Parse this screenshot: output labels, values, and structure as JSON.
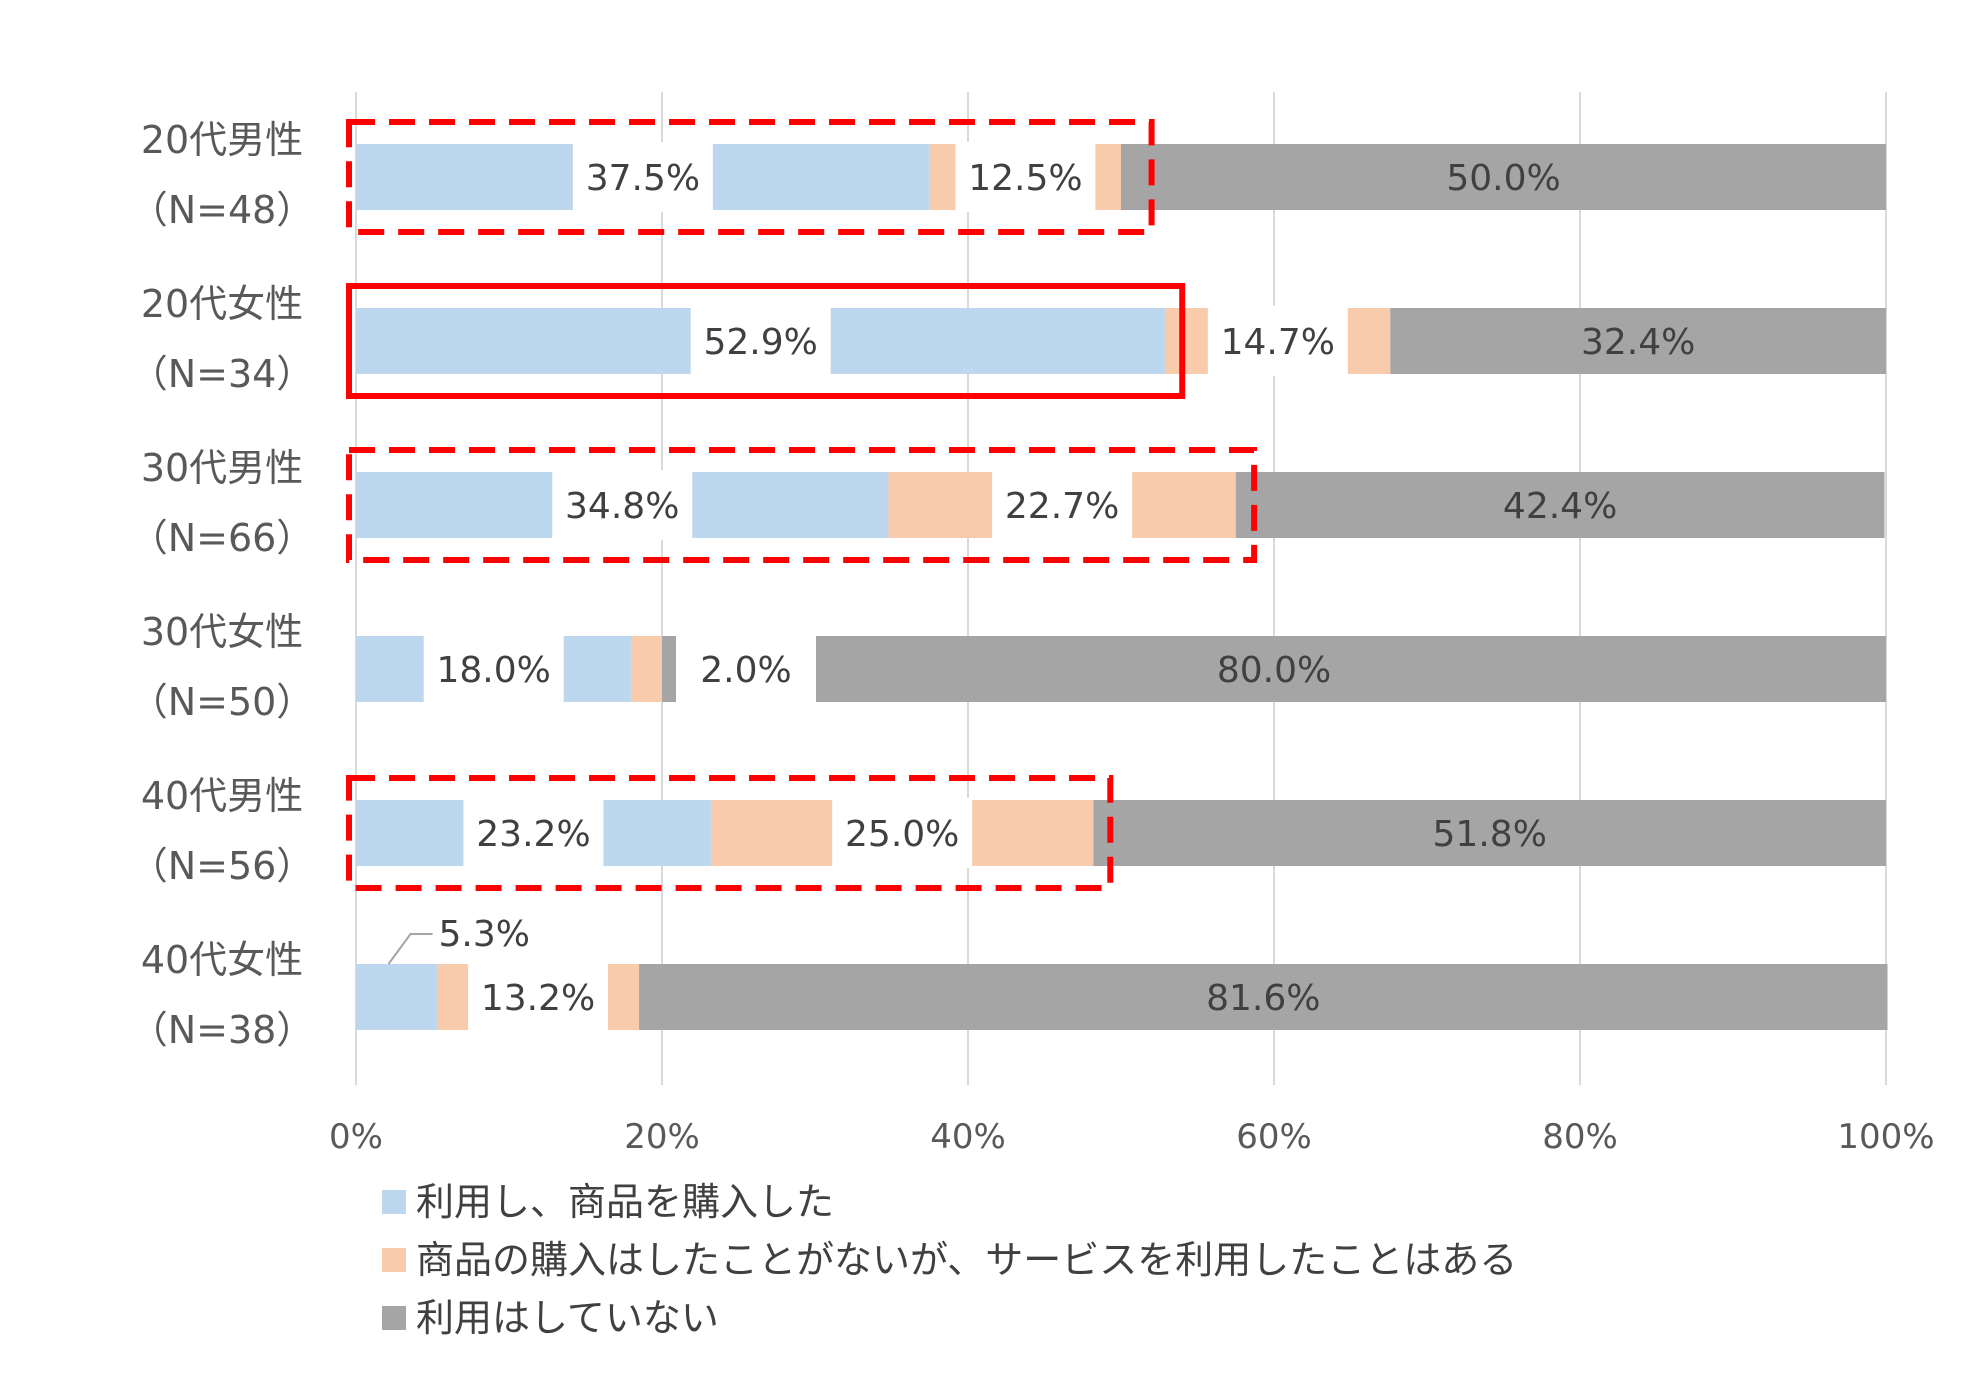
{
  "chart_data": {
    "type": "bar",
    "orientation": "horizontal",
    "stacked": "percent",
    "categories": [
      {
        "line1": "20代男性",
        "line2": "（N=48）"
      },
      {
        "line1": "20代女性",
        "line2": "（N=34）"
      },
      {
        "line1": "30代男性",
        "line2": "（N=66）"
      },
      {
        "line1": "30代女性",
        "line2": "（N=50）"
      },
      {
        "line1": "40代男性",
        "line2": "（N=56）"
      },
      {
        "line1": "40代女性",
        "line2": "（N=38）"
      }
    ],
    "series": [
      {
        "name": "利用し、商品を購入した",
        "color": "#BDD7EE",
        "values": [
          37.5,
          52.9,
          34.8,
          18.0,
          23.2,
          5.3
        ],
        "labels": [
          "37.5%",
          "52.9%",
          "34.8%",
          "18.0%",
          "23.2%",
          "5.3%"
        ]
      },
      {
        "name": "商品の購入はしたことがないが、サービスを利用したことはある",
        "color": "#F8CBAD",
        "values": [
          12.5,
          14.7,
          22.7,
          2.0,
          25.0,
          13.2
        ],
        "labels": [
          "12.5%",
          "14.7%",
          "22.7%",
          "2.0%",
          "25.0%",
          "13.2%"
        ]
      },
      {
        "name": "利用はしていない",
        "color": "#A5A5A5",
        "values": [
          50.0,
          32.4,
          42.4,
          80.0,
          51.8,
          81.6
        ],
        "labels": [
          "50.0%",
          "32.4%",
          "42.4%",
          "80.0%",
          "51.8%",
          "81.6%"
        ]
      }
    ],
    "x_ticks": [
      "0%",
      "20%",
      "40%",
      "60%",
      "80%",
      "100%"
    ],
    "xlim": [
      0,
      100
    ],
    "grid": true,
    "legend_position": "bottom-left",
    "highlights": [
      {
        "category_index": 0,
        "style": "dashed",
        "color": "#FF0000",
        "to_value": 52
      },
      {
        "category_index": 1,
        "style": "solid",
        "color": "#FF0000",
        "to_value": 54
      },
      {
        "category_index": 2,
        "style": "dashed",
        "color": "#FF0000",
        "to_value": 58.7
      },
      {
        "category_index": 4,
        "style": "dashed",
        "color": "#FF0000",
        "to_value": 49.3
      }
    ]
  }
}
